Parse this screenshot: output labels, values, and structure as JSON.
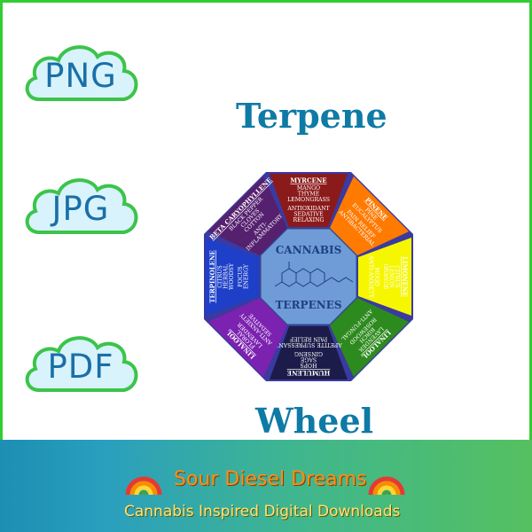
{
  "formats": [
    "PNG",
    "JPG",
    "PDF"
  ],
  "title_top": "Terpene",
  "title_bottom": "Wheel",
  "center": {
    "line1": "CANNABIS",
    "line2": "TERPENES"
  },
  "segments": [
    {
      "name": "MYRCENE",
      "lines": [
        "MANGO",
        "THYME",
        "LEMONGRASS",
        "",
        "ANTIOXIDANT",
        "SEDATIVE",
        "RELAXING"
      ],
      "color": "#8b1a1a"
    },
    {
      "name": "PINENE",
      "lines": [
        "PINE",
        "EUCALYPTUS",
        "",
        "PAIN RELIEF",
        "ANTIBACTERIAL"
      ],
      "color": "#ff7a00"
    },
    {
      "name": "LIMONENE",
      "lines": [
        "CITRUS",
        "LEMON",
        "ORANGE",
        "",
        "MOOD",
        "ANTI-ANXIETY"
      ],
      "color": "#f6f600"
    },
    {
      "name": "LINALOOL",
      "lines": [
        "LAVENDER",
        "BIRCH",
        "ROSEWOOD",
        "",
        "ANTI-FUNGAL"
      ],
      "color": "#2d8a1e"
    },
    {
      "name": "HUMULENE",
      "lines": [
        "HOPS",
        "SAGE",
        "GINSENG",
        "",
        "APETITE SUPRESSANT",
        "PAIN RELIEF"
      ],
      "color": "#1c1c4a"
    },
    {
      "name": "LINALOOL",
      "lines": [
        "FLORAL",
        "LAVENDER",
        "",
        "ANTI-ANXIETY",
        "SEDATIVE"
      ],
      "color": "#7b22b0"
    },
    {
      "name": "TERPINOLENE",
      "lines": [
        "CITRUS",
        "HERBAL",
        "WOODSY",
        "",
        "FOCUS",
        "ENERGY"
      ],
      "color": "#1e40c8"
    },
    {
      "name": "BETA CARYOPHYLLENE",
      "lines": [
        "BLACK PEPPER",
        "CLOVES",
        "COTTON",
        "",
        "ANTI-",
        "INFLAMMATORY"
      ],
      "color": "#55206e"
    }
  ],
  "brand": "Sour Diesel Dreams",
  "tagline": "Cannabis Inspired Digital Downloads",
  "colors": {
    "frame": "#33cc33",
    "title": "#0e7aa6",
    "cloud_fill": "#d8f3fb",
    "cloud_stroke": "#3cc44a",
    "octagon": "#3a3aa0",
    "center": "#6f9bd6"
  }
}
